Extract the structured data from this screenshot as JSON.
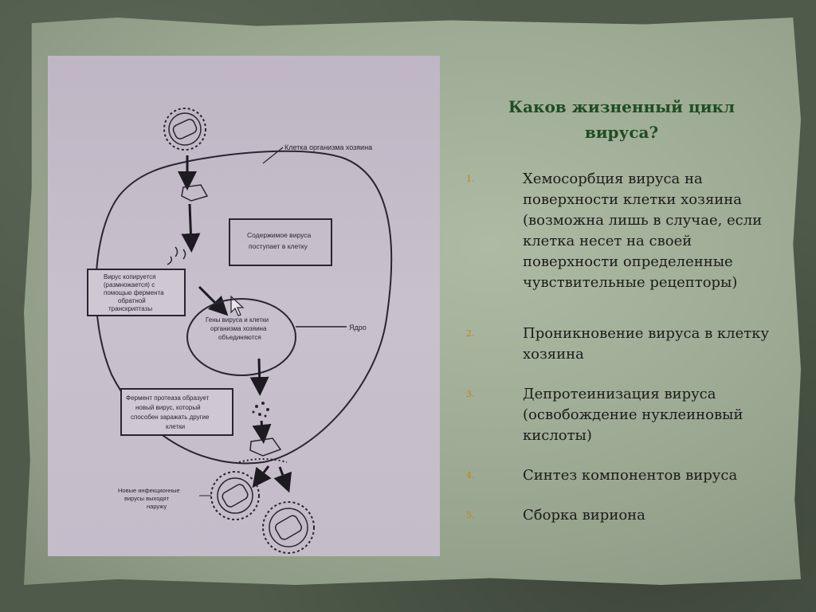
{
  "slide": {
    "title_line1": "Каков жизненный цикл",
    "title_line2": "вируса?",
    "steps": [
      {
        "number": "1.",
        "text": "Хемосорбция вируса на поверхности клетки хозяина (возможна лишь в случае, если клетка несет на своей поверхности определенные чувствительные рецепторы)"
      },
      {
        "number": "2.",
        "text": "Проникновение вируса в клетку хозяина"
      },
      {
        "number": "3.",
        "text": "Депротеинизация вируса (освобождение нуклеиновый кислоты)"
      },
      {
        "number": "4.",
        "text": "Синтез компонентов вируса"
      },
      {
        "number": "5.",
        "text": "Сборка вириона"
      }
    ]
  },
  "diagram": {
    "label_host_cell": "Клетка организма хозяина",
    "label_contents": [
      "Содержимое вируса",
      "поступает в клетку"
    ],
    "label_copy": [
      "Вирус копируется",
      "(размножается) с",
      "помощью фермента",
      "обратной",
      "транскриптазы"
    ],
    "label_genes": [
      "Гены вируса и клетки",
      "организма хозяина",
      "объединяются"
    ],
    "label_nucleus": "Ядро",
    "label_protease": [
      "Фермент протеаза образует",
      "новый вирус, который",
      "способен заражать другие",
      "клетки"
    ],
    "label_new": [
      "Новые инфекционные",
      "вирусы выходят",
      "наружу"
    ]
  },
  "colors": {
    "title": "#1f4d23",
    "number": "#b8871e",
    "text": "#1b1c1a"
  }
}
